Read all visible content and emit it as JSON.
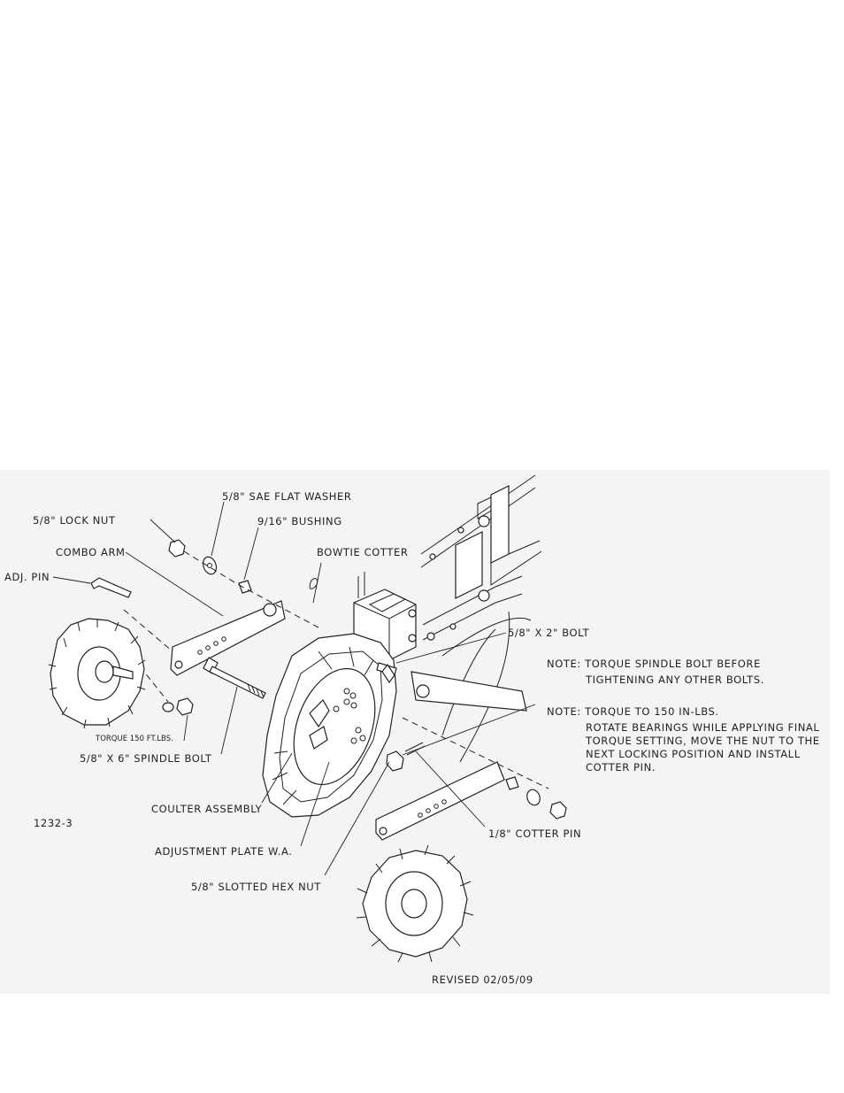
{
  "labels": {
    "sae_flat_washer": "5/8\" SAE FLAT WASHER",
    "lock_nut": "5/8\" LOCK NUT",
    "bushing": "9/16\" BUSHING",
    "combo_arm": "COMBO ARM",
    "bowtie_cotter": "BOWTIE COTTER",
    "adj_pin": "ADJ. PIN",
    "bolt_2in": "5/8\" X 2\" BOLT",
    "torque_150_ftlbs": "TORQUE 150 FT.LBS.",
    "spindle_bolt": "5/8\" X 6\" SPINDLE BOLT",
    "coulter_assembly": "COULTER ASSEMBLY",
    "drawing_number": "1232-3",
    "adjustment_plate": "ADJUSTMENT PLATE W.A.",
    "slotted_hex_nut": "5/8\" SLOTTED HEX NUT",
    "cotter_pin": "1/8\" COTTER PIN"
  },
  "notes": {
    "note1_line1": "NOTE:  TORQUE SPINDLE BOLT BEFORE",
    "note1_line2": "TIGHTENING ANY OTHER BOLTS.",
    "note2_line1": "NOTE:  TORQUE TO 150 IN-LBS.",
    "note2_line2": "ROTATE BEARINGS WHILE APPLYING FINAL",
    "note2_line3": "TORQUE SETTING, MOVE THE NUT TO THE",
    "note2_line4": "NEXT LOCKING POSITION AND INSTALL",
    "note2_line5": "COTTER PIN."
  },
  "revision": "REVISED 02/05/09"
}
